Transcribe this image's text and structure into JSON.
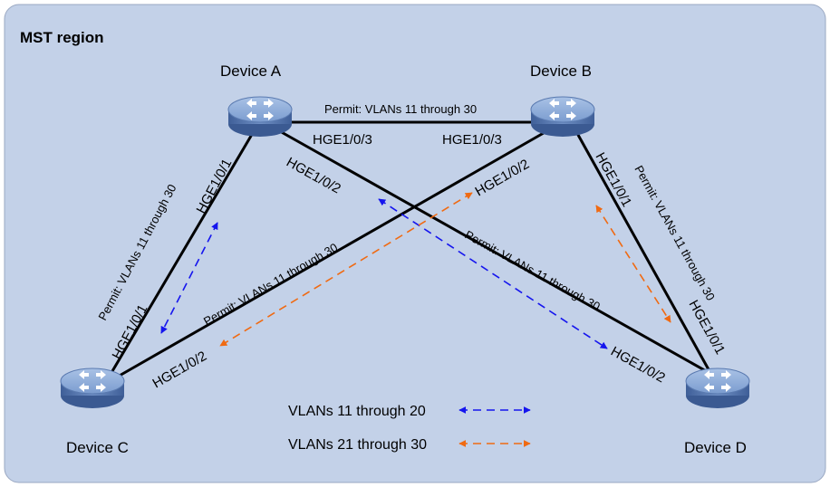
{
  "region": {
    "title": "MST region"
  },
  "devices": {
    "a": "Device A",
    "b": "Device B",
    "c": "Device C",
    "d": "Device D"
  },
  "links": {
    "ab": {
      "permit": "Permit: VLANs 11 through 30",
      "port_a": "HGE1/0/3",
      "port_b": "HGE1/0/3"
    },
    "ac": {
      "permit": "Permit: VLANs 11 through 30",
      "port_a": "HGE1/0/1",
      "port_c": "HGE1/0/1"
    },
    "bc": {
      "permit": "Permit: VLANs 11 through 30",
      "port_b": "HGE1/0/2",
      "port_c": "HGE1/0/2"
    },
    "ad": {
      "permit": "Permit: VLANs 11 through 30",
      "port_a": "HGE1/0/2",
      "port_d": "HGE1/0/2"
    },
    "bd": {
      "permit": "Permit: VLANs 11 through 30",
      "port_b": "HGE1/0/1",
      "port_d": "HGE1/0/1"
    }
  },
  "legend": {
    "vlan_11_20": "VLANs 11 through 20",
    "vlan_21_30": "VLANs 21 through 30"
  },
  "colors": {
    "background": "#c3d1e8",
    "border": "#9aa8c2",
    "link": "#000000",
    "vlan_11_20_arrow": "#1515ee",
    "vlan_21_30_arrow": "#f06a12",
    "router_body": "#5578b0",
    "router_top": "#8fadd9"
  },
  "icons": {
    "device": "router-switch-icon"
  }
}
